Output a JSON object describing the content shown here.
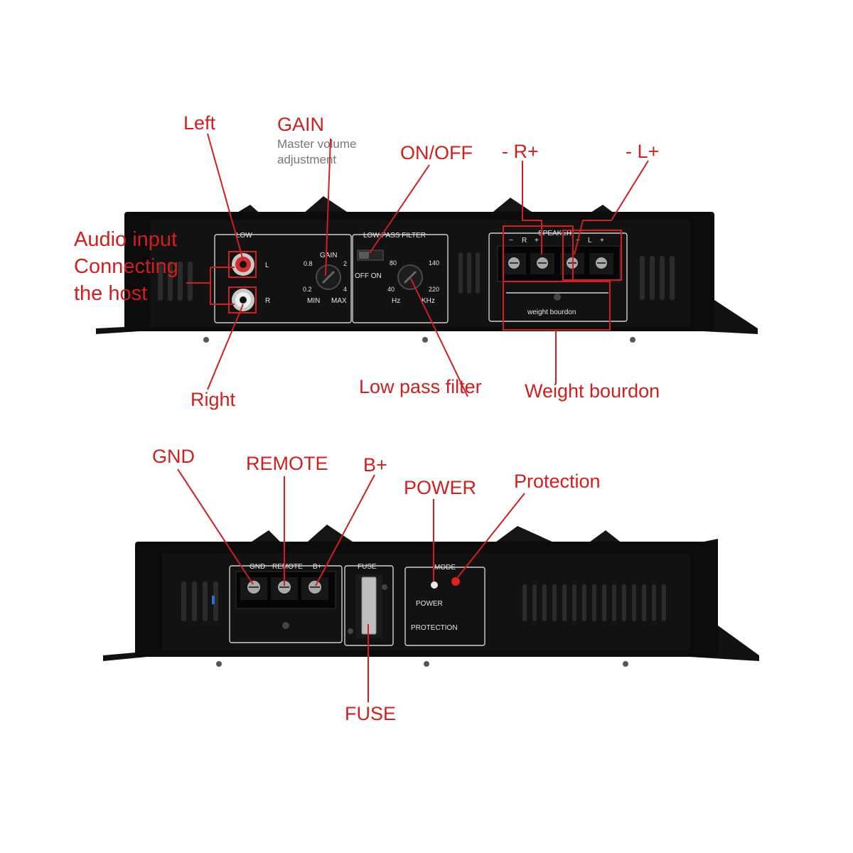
{
  "top_panel": {
    "section_low": "LOW",
    "channel_l": "L",
    "channel_r": "R",
    "gain_label": "GAIN",
    "gain_ticks": {
      "t08": "0.8",
      "t2": "2",
      "t02": "0.2",
      "t4": "4"
    },
    "gain_min": "MIN",
    "gain_max": "MAX",
    "lpf_title": "LOW PASS FILTER",
    "lpf_off_on": "OFF  ON",
    "lpf_ticks": {
      "t80": "80",
      "t140": "140",
      "t40": "40",
      "t220": "220"
    },
    "lpf_hz": "Hz",
    "lpf_khz": "KHz",
    "speaker_title": "SPEAKER",
    "speaker_pins": [
      "−",
      "R",
      "+",
      "−",
      "L",
      "+"
    ],
    "weight_bourdon": "weight bourdon"
  },
  "bottom_panel": {
    "gnd": "GND",
    "remote": "REMOTE",
    "bplus": "B+",
    "fuse": "FUSE",
    "mode": "MODE",
    "power": "POWER",
    "protection": "PROTECTION"
  },
  "callouts": {
    "left": "Left",
    "gain": "GAIN",
    "gain_note_1": "Master volume",
    "gain_note_2": "adjustment",
    "on_off": "ON/OFF",
    "r_pair": "- R+",
    "l_pair": "- L+",
    "audio_1": "Audio input",
    "audio_2": "Connecting",
    "audio_3": "the host",
    "right": "Right",
    "low_pass_filter": "Low pass filter",
    "weight_bourdon": "Weight bourdon",
    "gnd": "GND",
    "remote": "REMOTE",
    "bplus": "B+",
    "power": "POWER",
    "protection": "Protection",
    "fuse": "FUSE"
  },
  "colors": {
    "callout": "#d01f1f",
    "housing": "#0b0b0b",
    "panel_print": "#e6e6e6",
    "led_power": "#e8e8e8",
    "led_protection": "#e02020"
  }
}
